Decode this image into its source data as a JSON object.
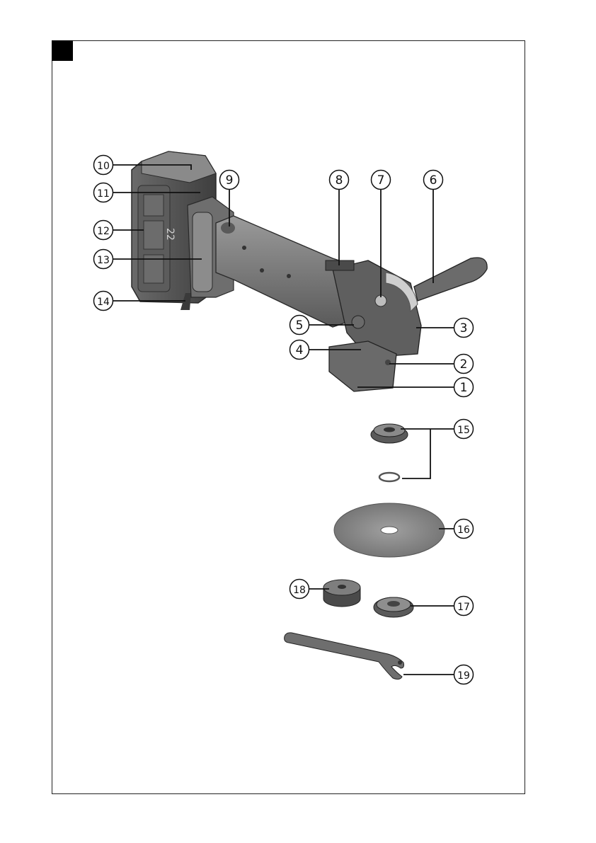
{
  "figure": {
    "callouts": [
      {
        "id": "1",
        "label": "1"
      },
      {
        "id": "2",
        "label": "2"
      },
      {
        "id": "3",
        "label": "3"
      },
      {
        "id": "4",
        "label": "4"
      },
      {
        "id": "5",
        "label": "5"
      },
      {
        "id": "6",
        "label": "6"
      },
      {
        "id": "7",
        "label": "7"
      },
      {
        "id": "8",
        "label": "8"
      },
      {
        "id": "9",
        "label": "9"
      },
      {
        "id": "10",
        "label": "10"
      },
      {
        "id": "11",
        "label": "11"
      },
      {
        "id": "12",
        "label": "12"
      },
      {
        "id": "13",
        "label": "13"
      },
      {
        "id": "14",
        "label": "14"
      },
      {
        "id": "15",
        "label": "15"
      },
      {
        "id": "16",
        "label": "16"
      },
      {
        "id": "17",
        "label": "17"
      },
      {
        "id": "18",
        "label": "18"
      },
      {
        "id": "19",
        "label": "19"
      }
    ],
    "battery_marking": "22",
    "colors": {
      "frame": "#222222",
      "tool_dark": "#4a4a4a",
      "tool_mid": "#7a7a7a",
      "tool_light": "#b5b5b5",
      "disc": "#8c8c8c"
    }
  }
}
